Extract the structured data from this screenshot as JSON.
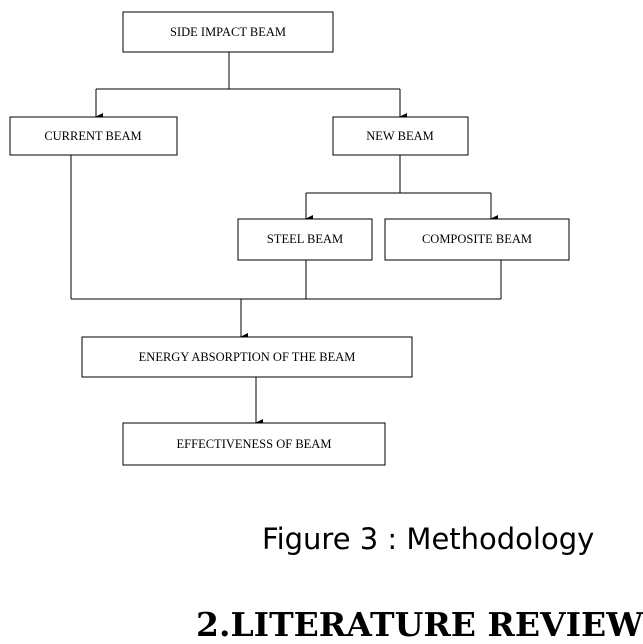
{
  "diagram": {
    "nodes": [
      {
        "id": "side-impact-beam",
        "label": "SIDE IMPACT BEAM"
      },
      {
        "id": "current-beam",
        "label": "CURRENT BEAM"
      },
      {
        "id": "new-beam",
        "label": "NEW BEAM"
      },
      {
        "id": "steel-beam",
        "label": "STEEL BEAM"
      },
      {
        "id": "composite-beam",
        "label": "COMPOSITE BEAM"
      },
      {
        "id": "energy-absorption",
        "label": "ENERGY ABSORPTION OF THE BEAM"
      },
      {
        "id": "effectiveness",
        "label": "EFFECTIVENESS OF BEAM"
      }
    ],
    "edges": [
      {
        "from": "side-impact-beam",
        "to": "current-beam"
      },
      {
        "from": "side-impact-beam",
        "to": "new-beam"
      },
      {
        "from": "new-beam",
        "to": "steel-beam"
      },
      {
        "from": "new-beam",
        "to": "composite-beam"
      },
      {
        "from": "current-beam",
        "to": "energy-absorption"
      },
      {
        "from": "steel-beam",
        "to": "energy-absorption"
      },
      {
        "from": "composite-beam",
        "to": "energy-absorption"
      },
      {
        "from": "energy-absorption",
        "to": "effectiveness"
      }
    ]
  },
  "caption": "Figure 3  : Methodology",
  "section_heading": "2.LITERATURE REVIEW"
}
